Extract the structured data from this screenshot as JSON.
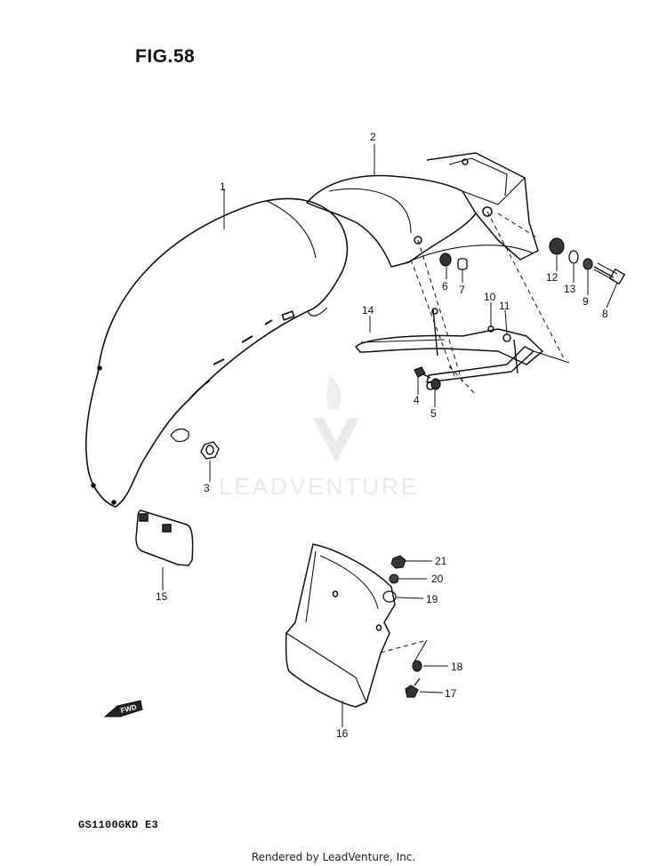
{
  "figure": {
    "title": "FIG.58",
    "model_code": "GS1100GKD  E3",
    "footer": "Rendered by LeadVenture, Inc.",
    "fwd_label": "FWD"
  },
  "watermark": {
    "text": "LEADVENTURE"
  },
  "parts": [
    {
      "id": "p1",
      "number": "1"
    },
    {
      "id": "p2",
      "number": "2"
    },
    {
      "id": "p3",
      "number": "3"
    },
    {
      "id": "p4",
      "number": "4"
    },
    {
      "id": "p5",
      "number": "5"
    },
    {
      "id": "p6",
      "number": "6"
    },
    {
      "id": "p7",
      "number": "7"
    },
    {
      "id": "p8",
      "number": "8"
    },
    {
      "id": "p9",
      "number": "9"
    },
    {
      "id": "p10",
      "number": "10"
    },
    {
      "id": "p11",
      "number": "11"
    },
    {
      "id": "p12",
      "number": "12"
    },
    {
      "id": "p13",
      "number": "13"
    },
    {
      "id": "p14",
      "number": "14"
    },
    {
      "id": "p15",
      "number": "15"
    },
    {
      "id": "p16",
      "number": "16"
    },
    {
      "id": "p17",
      "number": "17"
    },
    {
      "id": "p18",
      "number": "18"
    },
    {
      "id": "p19",
      "number": "19"
    },
    {
      "id": "p20",
      "number": "20"
    },
    {
      "id": "p21",
      "number": "21"
    }
  ],
  "colors": {
    "line": "#111111",
    "watermark": "#d9d9d9"
  }
}
